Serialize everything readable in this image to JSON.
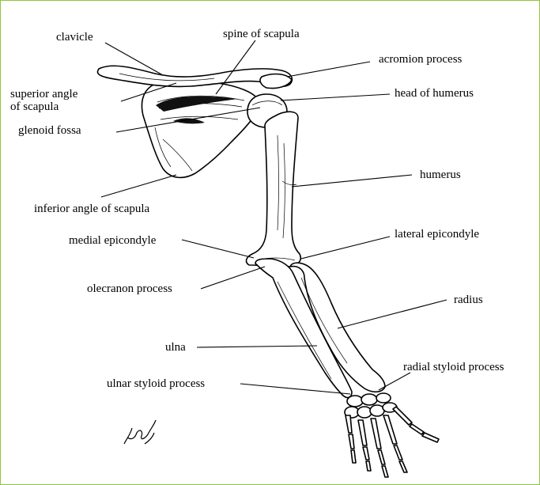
{
  "labels": {
    "clavicle": "clavicle",
    "spine_of_scapula": "spine of scapula",
    "acromion_process": "acromion process",
    "superior_angle_line1": "superior angle",
    "superior_angle_line2": "of scapula",
    "head_of_humerus": "head of humerus",
    "glenoid_fossa": "glenoid fossa",
    "humerus": "humerus",
    "inferior_angle_of_scapula": "inferior angle of scapula",
    "medial_epicondyle": "medial epicondyle",
    "lateral_epicondyle": "lateral epicondyle",
    "olecranon_process": "olecranon process",
    "radius": "radius",
    "ulna": "ulna",
    "radial_styloid_process": "radial styloid process",
    "ulnar_styloid_process": "ulnar styloid process"
  },
  "colors": {
    "frame_border": "#8ec63f",
    "ink": "#000000",
    "background": "#ffffff"
  }
}
